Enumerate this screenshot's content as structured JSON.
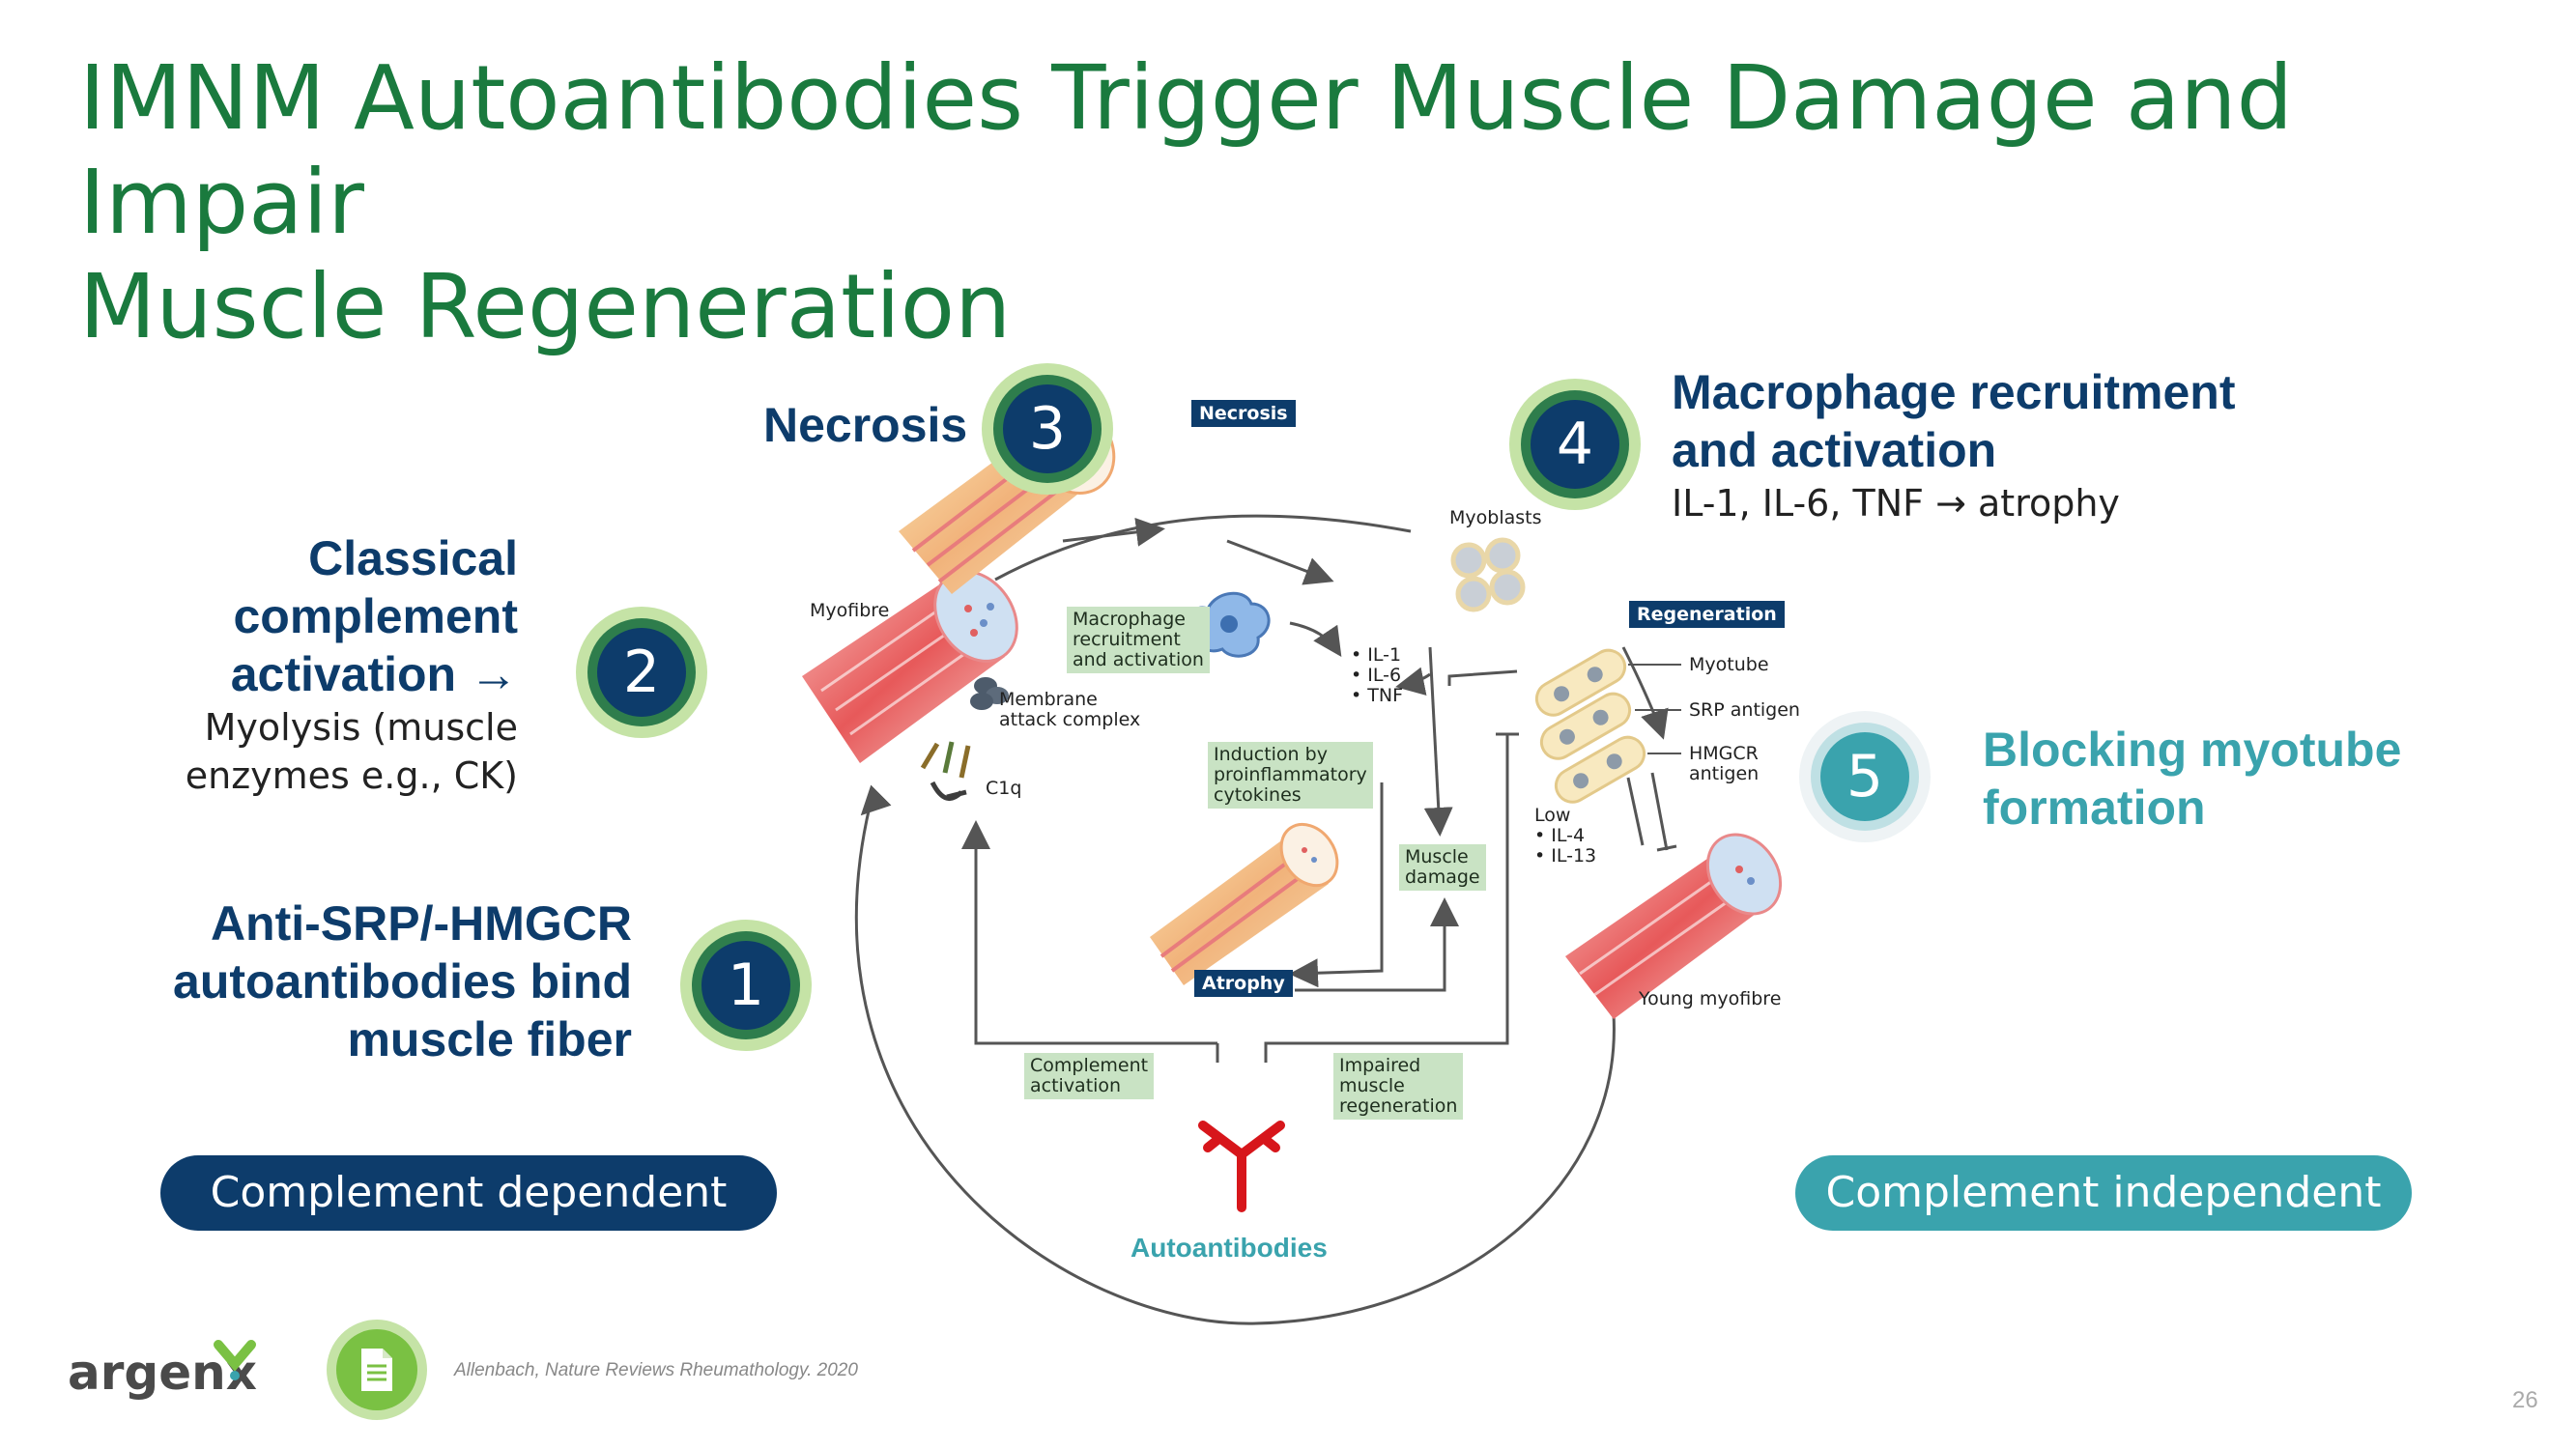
{
  "slide": {
    "title_line1": "IMNM Autoantibodies Trigger Muscle Damage and Impair",
    "title_line2": "Muscle Regeneration",
    "page_number": "26",
    "citation": "Allenbach, Nature Reviews Rheumathology. 2020",
    "logo_text": "argenx"
  },
  "colors": {
    "title_green": "#1a7a3e",
    "navy": "#0d3c6b",
    "teal": "#3aa3ad",
    "badge_light_green": "#c5e3a6",
    "badge_dark_green": "#2e7d4c",
    "diagram_box_green": "#c9e3c4",
    "antibody_red": "#d7161b"
  },
  "steps": [
    {
      "number": "1",
      "title_lines": [
        "Anti-SRP/-HMGCR",
        "autoantibodies bind",
        "muscle fiber"
      ],
      "sub_lines": []
    },
    {
      "number": "2",
      "title_lines": [
        "Classical",
        "complement",
        "activation →"
      ],
      "sub_lines": [
        "Myolysis (muscle",
        "enzymes e.g., CK)"
      ]
    },
    {
      "number": "3",
      "title_lines": [
        "Necrosis"
      ],
      "sub_lines": []
    },
    {
      "number": "4",
      "title_lines": [
        "Macrophage recruitment",
        "and activation"
      ],
      "sub_lines": [
        "IL-1, IL-6, TNF → atrophy"
      ]
    },
    {
      "number": "5",
      "title_lines": [
        "Blocking myotube",
        "formation"
      ],
      "sub_lines": []
    }
  ],
  "pills": {
    "left": "Complement dependent",
    "right": "Complement independent"
  },
  "diagram": {
    "necrosis_tag": "Necrosis",
    "regeneration_tag": "Regeneration",
    "atrophy_tag": "Atrophy",
    "myofibre": "Myofibre",
    "myoblasts": "Myoblasts",
    "myotube": "Myotube",
    "srp_antigen": "SRP antigen",
    "hmgcr_line1": "HMGCR",
    "hmgcr_line2": "antigen",
    "young_myofibre": "Young myofibre",
    "membrane_line1": "Membrane",
    "membrane_line2": "attack complex",
    "c1q": "C1q",
    "macrophage_box": [
      "Macrophage",
      "recruitment",
      "and activation"
    ],
    "cytokines": [
      "• IL-1",
      "• IL-6",
      "• TNF"
    ],
    "induction_box": [
      "Induction by",
      "proinflammatory",
      "cytokines"
    ],
    "muscle_damage_box": [
      "Muscle",
      "damage"
    ],
    "low_il": [
      "Low",
      "• IL-4",
      "• IL-13"
    ],
    "complement_activation_box": [
      "Complement",
      "activation"
    ],
    "impaired_box": [
      "Impaired",
      "muscle",
      "regeneration"
    ],
    "autoantibodies": "Autoantibodies"
  }
}
